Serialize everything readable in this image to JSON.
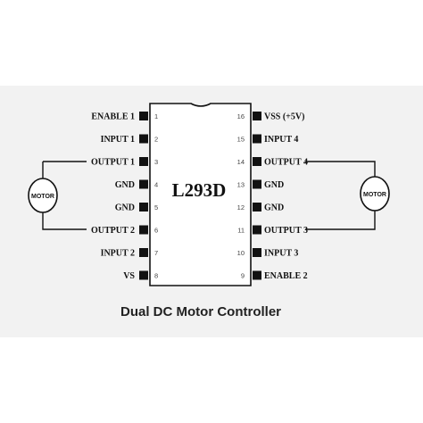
{
  "chip": {
    "name": "L293D",
    "left_pins": [
      {
        "num": "1",
        "label": "ENABLE 1"
      },
      {
        "num": "2",
        "label": "INPUT 1"
      },
      {
        "num": "3",
        "label": "OUTPUT 1"
      },
      {
        "num": "4",
        "label": "GND"
      },
      {
        "num": "5",
        "label": "GND"
      },
      {
        "num": "6",
        "label": "OUTPUT 2"
      },
      {
        "num": "7",
        "label": "INPUT 2"
      },
      {
        "num": "8",
        "label": "VS"
      }
    ],
    "right_pins": [
      {
        "num": "16",
        "label": "VSS (+5V)"
      },
      {
        "num": "15",
        "label": "INPUT 4"
      },
      {
        "num": "14",
        "label": "OUTPUT 4"
      },
      {
        "num": "13",
        "label": "GND"
      },
      {
        "num": "12",
        "label": "GND"
      },
      {
        "num": "11",
        "label": "OUTPUT 3"
      },
      {
        "num": "10",
        "label": "INPUT 3"
      },
      {
        "num": "9",
        "label": "ENABLE 2"
      }
    ]
  },
  "motors": {
    "left": "MOTOR",
    "right": "MOTOR"
  },
  "caption": "Dual DC Motor Controller",
  "colors": {
    "panel": "#f2f2f2",
    "line": "#111111",
    "chip_fill": "#ffffff"
  }
}
